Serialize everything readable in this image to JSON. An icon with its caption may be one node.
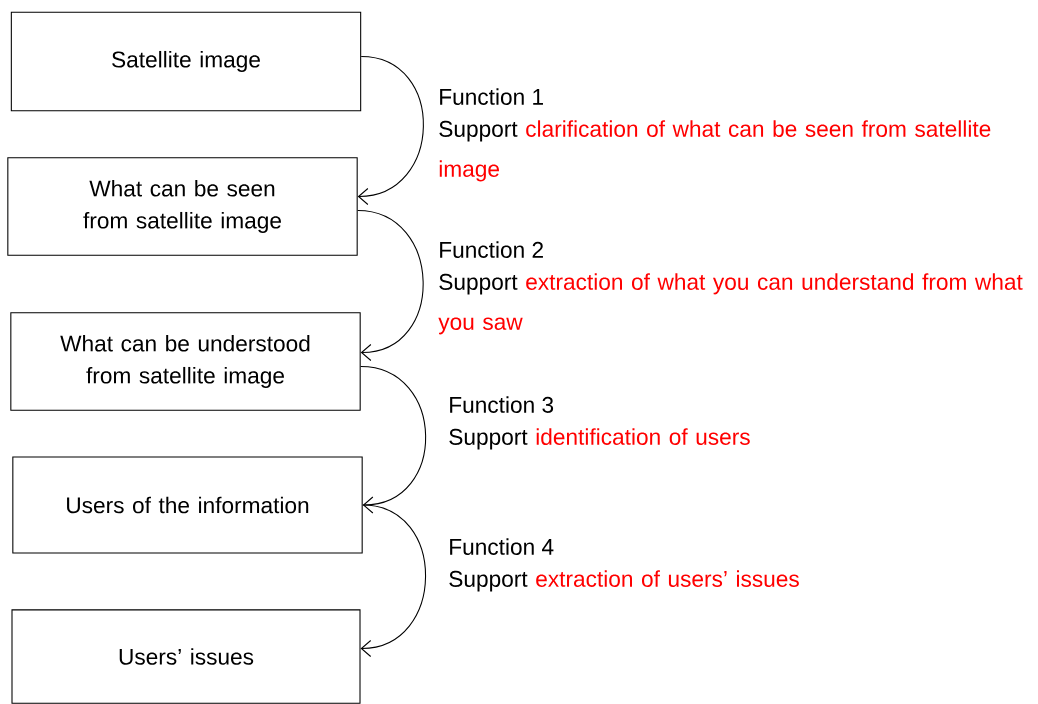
{
  "diagram": {
    "nodes": [
      {
        "text": [
          "Satellite image"
        ]
      },
      {
        "text": [
          "What can be seen from satellite image"
        ]
      },
      {
        "text": [
          "What can be understood from satellite image"
        ]
      },
      {
        "text": [
          "Users of the information"
        ]
      },
      {
        "text": [
          "Users’ issues"
        ]
      }
    ],
    "edges": [
      {
        "from": 0,
        "to": 1,
        "arrow": "to"
      },
      {
        "from": 1,
        "to": 2,
        "arrow": "to"
      },
      {
        "from": 2,
        "to": 3,
        "arrow": "to"
      },
      {
        "from": 3,
        "to": 4,
        "arrow": "to"
      }
    ],
    "labels": [
      "Function 1",
      "Support",
      "clarification of what can be seen from satellite image",
      "Function 2",
      "Support",
      "extraction of what you can understand from what you saw",
      "Function 3",
      "Support",
      "identification of users",
      "Function 4",
      "Support",
      "extraction of users’ issues"
    ]
  }
}
